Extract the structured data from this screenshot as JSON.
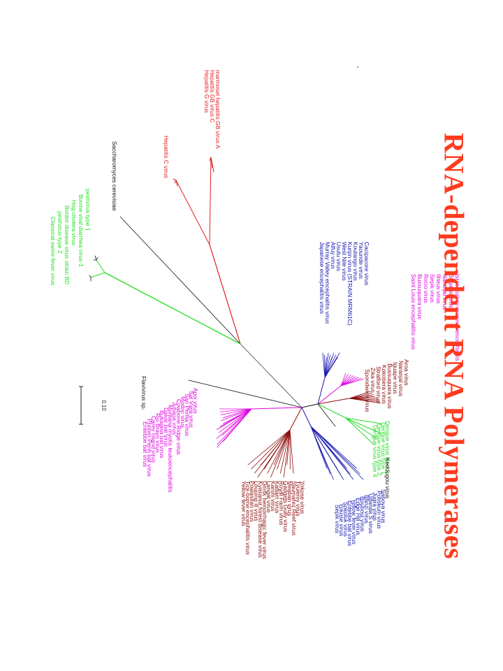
{
  "title": "RNA-dependent RNA Polymerases",
  "scale_label": "0.10",
  "colors": {
    "hepatitis": "#e31a1c",
    "pestivirus": "#22dd22",
    "blue": "#1515b0",
    "magenta": "#e000e0",
    "maroon": "#8b0a0a",
    "black": "#111111",
    "grey": "#666666",
    "green": "#22dd22"
  },
  "clades": [
    {
      "key": "gb",
      "color": "hepatitis",
      "labels": [
        "marmoset hepatitis GB virus A",
        "Hepatitis GB virus C",
        "Hepatitis G virus"
      ]
    },
    {
      "key": "hcv",
      "color": "hepatitis",
      "labels": [
        "Hepatitis C virus"
      ]
    },
    {
      "key": "sac",
      "color": "black",
      "labels": [
        "Saccharomyces cerevisiae"
      ]
    },
    {
      "key": "pest",
      "color": "pestivirus",
      "labels": [
        "pestivirus type 1",
        "Bovine viral diarrhea virus-1",
        "Hog cholera virus",
        "Border disease virus strain BD",
        "pestivirus type 2",
        "Classical swine fever virus"
      ]
    },
    {
      "key": "blue1",
      "color": "blue",
      "labels": [
        "Cacipacore virus",
        "Yaounde virus",
        "Koutango virus",
        "Kunjin virus (STRAIN MRM61C)",
        "West Nile virus",
        "Usutu virus",
        "Alfuy virus",
        "Murray Valley encephalitis virus",
        "Japanese encephalitis virus"
      ]
    },
    {
      "key": "mag1",
      "color": "magenta",
      "labels": [
        "Israel turkey meningoencephalitis",
        "Bagaza virus",
        "Naranjal virus",
        "Ilheus virus",
        "Sepik virus",
        "Rocio virus",
        "Bussuquara virus",
        "Saint Louis encephalitis virus"
      ]
    },
    {
      "key": "mar1",
      "color": "maroon",
      "labels": [
        "Aroa virus",
        "Naranjal virus",
        "Iguape virus",
        "Bussuquara virus",
        "Kokobera virus",
        "Stratford virus",
        "Zika virus",
        "Spondweni virus"
      ]
    },
    {
      "key": "flav",
      "color": "black",
      "labels": [
        "Flavivirus sp."
      ]
    },
    {
      "key": "mag2",
      "color": "magenta",
      "labels": [
        "Apoi virus",
        "Sal Vieja virus",
        "San Perlita virus",
        "Modoc virus",
        "Cowbone Ridge virus",
        "Jutiapa virus",
        "Montana myotis leukoencephalitis",
        "Dakar bat virus",
        "Bukalasa bat virus",
        "Rio Bravo virus",
        "Carey Island virus",
        "Phnom-Penh bat virus",
        "Entebbe bat virus"
      ]
    },
    {
      "key": "mar2",
      "color": "maroon",
      "labels": [
        "Yokose virus",
        "Tyuleniy virus",
        "Saumarez Reef virus",
        "Meaban virus",
        "Gadgets Gully virus",
        "Royal Farm virus",
        "Kadam virus",
        "Karshi virus",
        "Langat virus",
        "Omsk hemorrhagic fever virus",
        "Kyasanur forest disease virus",
        "Louping ill virus",
        "Powassan virus",
        "Tick-borne encephalitis virus",
        "Yellow fever virus"
      ]
    },
    {
      "key": "green2",
      "color": "green",
      "labels": [
        "Dengue virus type 3",
        "Dengue virus type 1",
        "Dengue virus type 2",
        "Dengue virus type 4"
      ]
    },
    {
      "key": "ked",
      "color": "black",
      "labels": [
        "Kedougou virus"
      ]
    },
    {
      "key": "blue2",
      "color": "blue",
      "labels": [
        "Saboya virus",
        "Potiskum virus",
        "Jugra virus",
        "Uganda S virus",
        "Banzi virus",
        "Bouboui virus",
        "Edge Hill virus",
        "Yellow fever virus",
        "Entebbe bat virus",
        "Sokoluk virus",
        "Yokose virus",
        "Sepik virus"
      ]
    }
  ]
}
